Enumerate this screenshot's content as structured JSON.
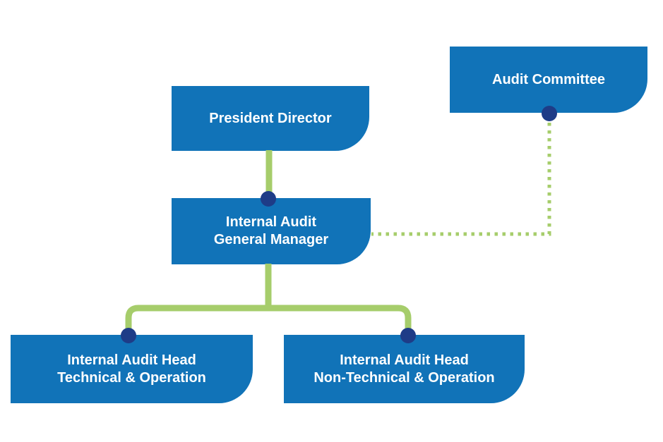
{
  "diagram": {
    "type": "org_chart",
    "title": ""
  },
  "colors": {
    "node_blue": "#1173b8",
    "connector_green": "#a6cd6b",
    "dot_navy": "#1e3c87",
    "text_white": "#ffffff"
  },
  "nodes": {
    "president_director": {
      "lines": [
        "President Director"
      ]
    },
    "audit_committee": {
      "lines": [
        "Audit Committee"
      ]
    },
    "internal_audit_gm": {
      "lines": [
        "Internal Audit",
        "General Manager"
      ]
    },
    "head_technical": {
      "lines": [
        "Internal Audit Head",
        "Technical & Operation"
      ]
    },
    "head_non_technical": {
      "lines": [
        "Internal Audit Head",
        "Non-Technical & Operation"
      ]
    }
  },
  "edges": [
    {
      "from": "president_director",
      "to": "internal_audit_gm",
      "style": "solid"
    },
    {
      "from": "internal_audit_gm",
      "to": "head_technical",
      "style": "solid"
    },
    {
      "from": "internal_audit_gm",
      "to": "head_non_technical",
      "style": "solid"
    },
    {
      "from": "audit_committee",
      "to": "internal_audit_gm",
      "style": "dotted"
    }
  ]
}
